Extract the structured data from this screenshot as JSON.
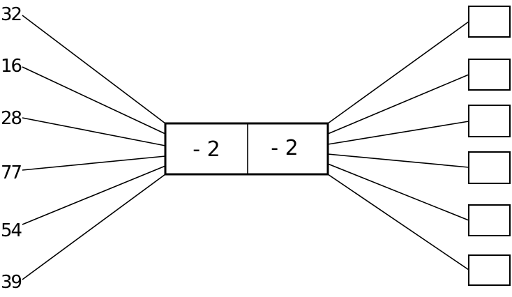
{
  "inputs": [
    "32",
    "16",
    "28",
    "77",
    "54",
    "39"
  ],
  "operations": [
    "- 2",
    "- 2"
  ],
  "answers": [
    "",
    "",
    "",
    "",
    "",
    ""
  ]
}
